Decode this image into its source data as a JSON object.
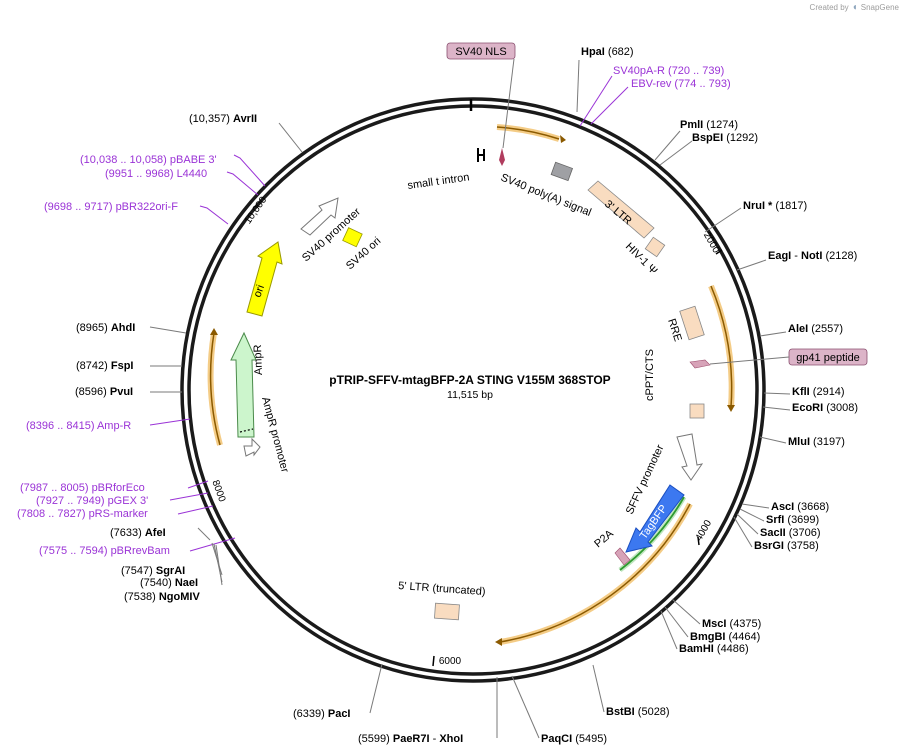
{
  "credit": {
    "prefix": "Created by",
    "brand": "SnapGene"
  },
  "plasmid": {
    "name": "pTRIP-SFFV-mtagBFP-2A STING V155M 368STOP",
    "size_label": "11,515 bp",
    "length": 11515
  },
  "ticks": [
    "2000",
    "4000",
    "6000",
    "8000",
    "10,000"
  ],
  "enzymes": [
    {
      "name": "HpaI",
      "pos": "(682)"
    },
    {
      "name": "PmlI",
      "pos": "(1274)"
    },
    {
      "name": "BspEI",
      "pos": "(1292)"
    },
    {
      "name": "NruI *",
      "pos": "(1817)"
    },
    {
      "name": "EagI",
      "sep": "- ",
      "name2": "NotI",
      "pos": "(2128)"
    },
    {
      "name": "AleI",
      "pos": "(2557)"
    },
    {
      "name": "KflI",
      "pos": "(2914)"
    },
    {
      "name": "EcoRI",
      "pos": "(3008)"
    },
    {
      "name": "MluI",
      "pos": "(3197)"
    },
    {
      "name": "AscI",
      "pos": "(3668)"
    },
    {
      "name": "SrfI",
      "pos": "(3699)"
    },
    {
      "name": "SacII",
      "pos": "(3706)"
    },
    {
      "name": "BsrGI",
      "pos": "(3758)"
    },
    {
      "name": "MscI",
      "pos": "(4375)"
    },
    {
      "name": "BmgBI",
      "pos": "(4464)"
    },
    {
      "name": "BamHI",
      "pos": "(4486)"
    },
    {
      "name": "BstBI",
      "pos": "(5028)"
    },
    {
      "name": "PaqCI",
      "pos": "(5495)"
    },
    {
      "name": "PaeR7I",
      "sep": "- ",
      "name2": "XhoI",
      "pos": "(5599)"
    },
    {
      "name": "PacI",
      "pos": "(6339)"
    },
    {
      "name": "NgoMIV",
      "pos": "(7538)"
    },
    {
      "name": "NaeI",
      "pos": "(7540)"
    },
    {
      "name": "SgrAI",
      "pos": "(7547)"
    },
    {
      "name": "AfeI",
      "pos": "(7633)"
    },
    {
      "name": "PvuI",
      "pos": "(8596)"
    },
    {
      "name": "FspI",
      "pos": "(8742)"
    },
    {
      "name": "AhdI",
      "pos": "(8965)"
    },
    {
      "name": "AvrII",
      "pos": "(10,357)"
    }
  ],
  "primers": [
    {
      "name": "SV40pA-R",
      "range": "(720 .. 739)"
    },
    {
      "name": "EBV-rev",
      "range": "(774 .. 793)"
    },
    {
      "name": "pBABE 3'",
      "range": "(10,038 .. 10,058)"
    },
    {
      "name": "L4440",
      "range": "(9951 .. 9968)"
    },
    {
      "name": "pBR322ori-F",
      "range": "(9698 .. 9717)"
    },
    {
      "name": "Amp-R",
      "range": "(8396 .. 8415)"
    },
    {
      "name": "pBRforEco",
      "range": "(7987 .. 8005)"
    },
    {
      "name": "pGEX 3'",
      "range": "(7927 .. 7949)"
    },
    {
      "name": "pRS-marker",
      "range": "(7808 .. 7827)"
    },
    {
      "name": "pBRrevBam",
      "range": "(7575 .. 7594)"
    }
  ],
  "callout_features": [
    {
      "name": "SV40 NLS",
      "fill": "#dcb4c8"
    },
    {
      "name": "gp41 peptide",
      "fill": "#dcb4c8"
    }
  ],
  "features": [
    {
      "name": "small t intron"
    },
    {
      "name": "SV40 poly(A) signal"
    },
    {
      "name": "3' LTR"
    },
    {
      "name": "HIV-1 Ψ"
    },
    {
      "name": "RRE"
    },
    {
      "name": "cPPT/CTS"
    },
    {
      "name": "SFFV promoter"
    },
    {
      "name": "TagBFP"
    },
    {
      "name": "P2A"
    },
    {
      "name": "5' LTR (truncated)"
    },
    {
      "name": "AmpR"
    },
    {
      "name": "AmpR promoter"
    },
    {
      "name": "ori"
    },
    {
      "name": "SV40 promoter"
    },
    {
      "name": "SV40 ori"
    }
  ],
  "colors": {
    "backbone": "#1a1a1a",
    "ltr": "#f9dcc0",
    "orf": "#f0a838",
    "ampr": "#ccf5cc",
    "ori": "#ffff00",
    "tagbfp": "#3c78f0",
    "sv40_ori": "#ffff00",
    "green_orf": "#2e9a2e",
    "primer": "#9a33d6",
    "misc_gray": "#9fa0a4",
    "p2a": "#d7a3b8"
  }
}
